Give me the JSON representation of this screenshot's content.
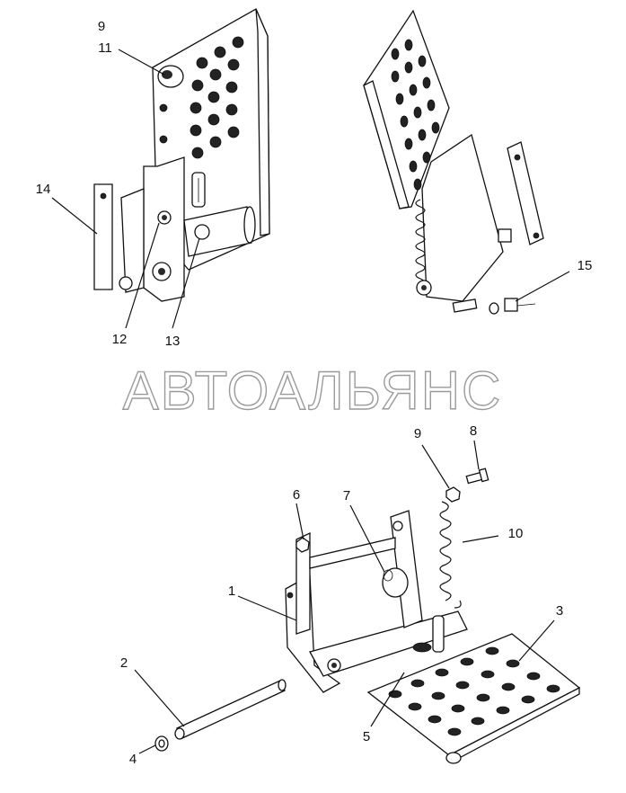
{
  "watermark": "АВТОАЛЬЯНС",
  "callouts": {
    "c1": "1",
    "c2": "2",
    "c3": "3",
    "c4": "4",
    "c5": "5",
    "c6": "6",
    "c7": "7",
    "c8": "8",
    "c9_top": "9",
    "c9_bottom": "9",
    "c10": "10",
    "c11": "11",
    "c12": "12",
    "c13": "13",
    "c14": "14",
    "c15": "15"
  }
}
